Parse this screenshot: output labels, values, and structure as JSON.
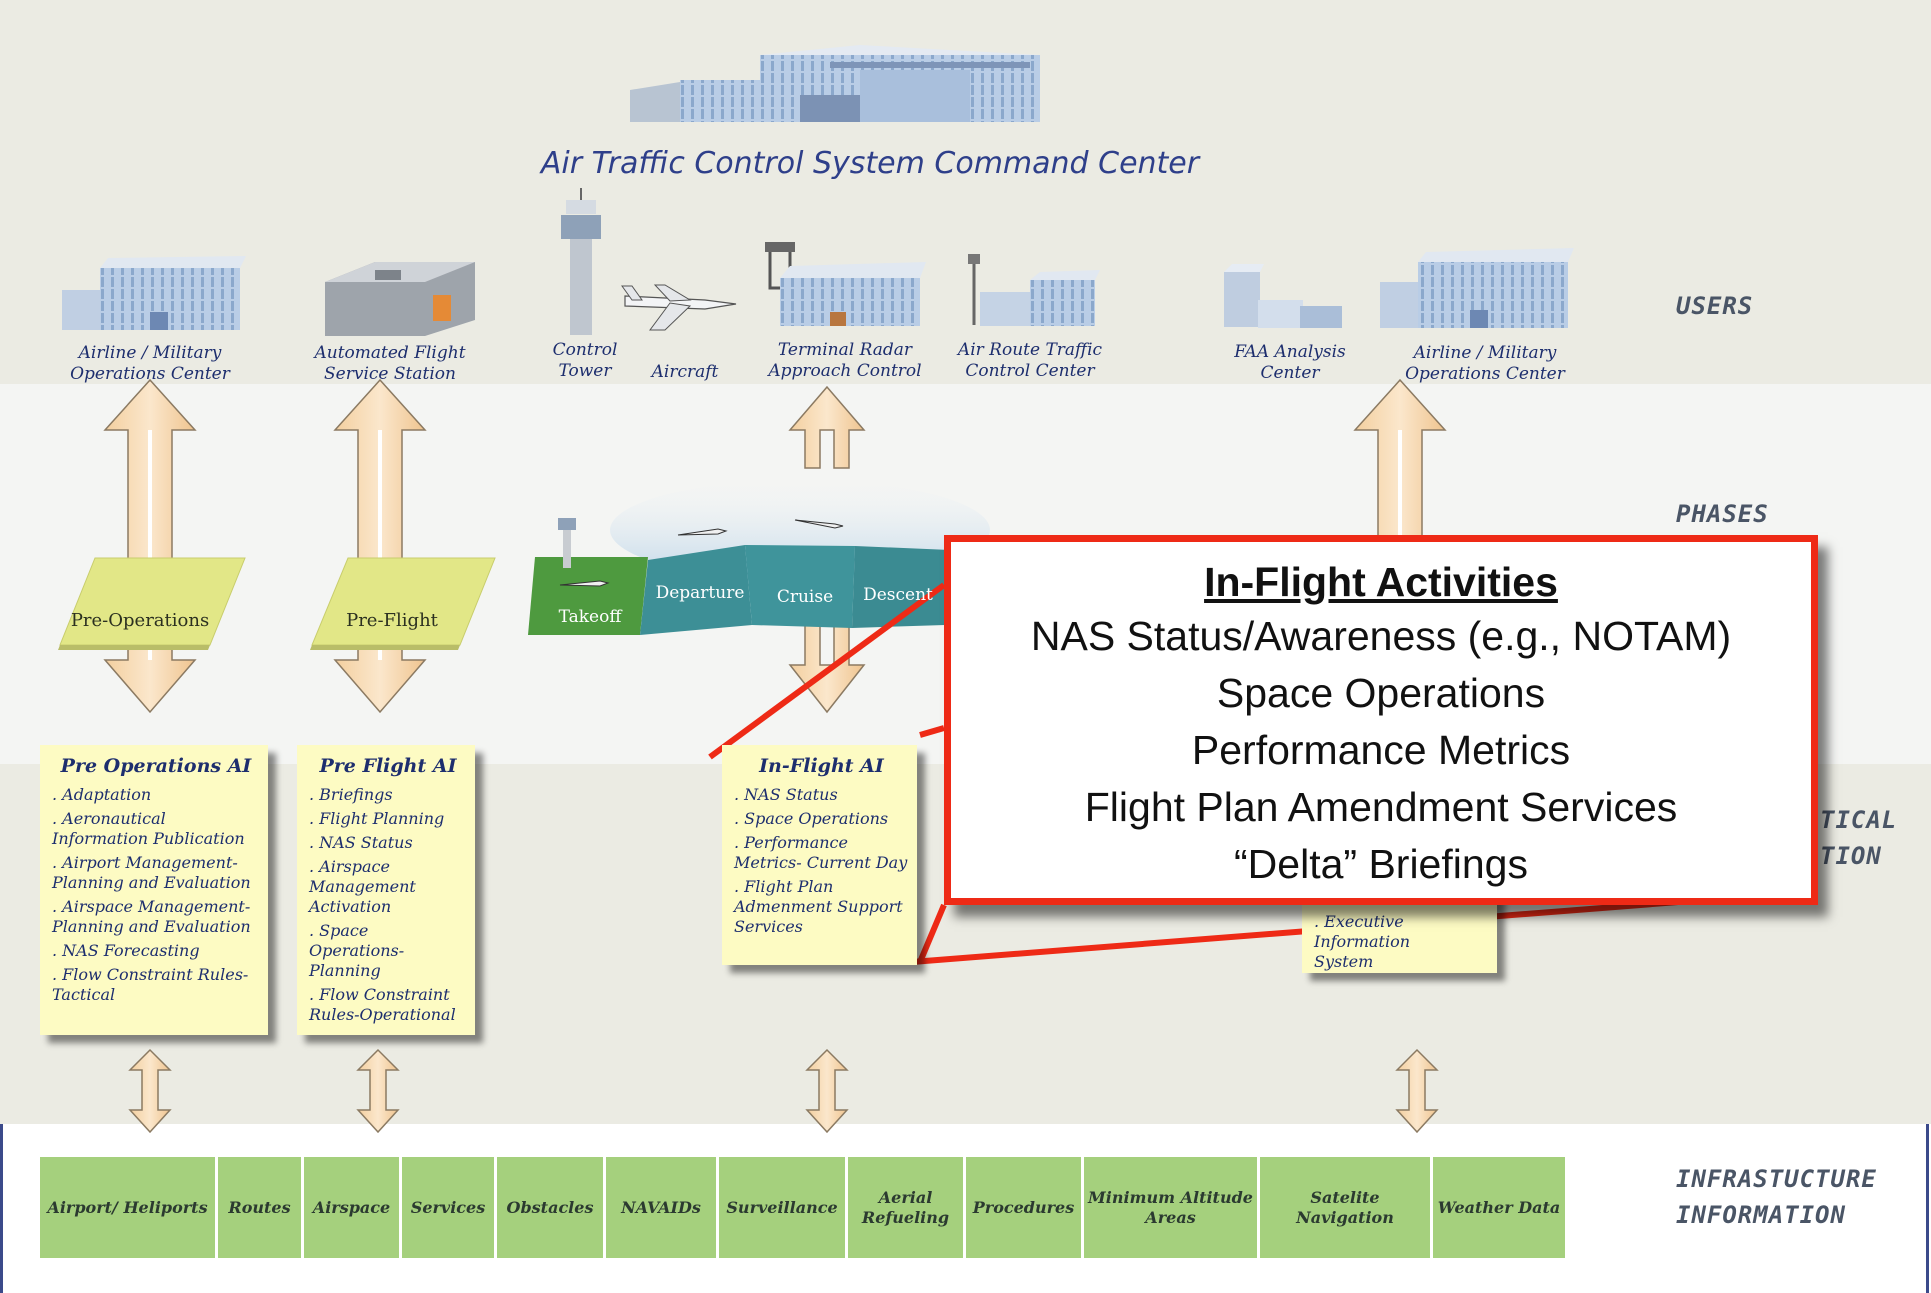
{
  "title": "Air Traffic Control System Command Center",
  "row_labels": {
    "users": "USERS",
    "phases": "PHASES",
    "ai_partial": [
      "TICAL",
      "TION"
    ],
    "infrastructure": [
      "INFRASTUCTURE",
      "INFORMATION"
    ]
  },
  "users": [
    {
      "label": [
        "Airline / Military",
        "Operations Center"
      ],
      "icon": "building-icon"
    },
    {
      "label": [
        "Automated Flight",
        "Service Station"
      ],
      "icon": "flight-service-station-icon"
    },
    {
      "label": [
        "Control",
        "Tower"
      ],
      "icon": "control-tower-icon"
    },
    {
      "label": [
        "Aircraft"
      ],
      "icon": "aircraft-icon"
    },
    {
      "label": [
        "Terminal Radar",
        "Approach Control"
      ],
      "icon": "radar-building-icon"
    },
    {
      "label": [
        "Air Route Traffic",
        "Control Center"
      ],
      "icon": "artcc-building-icon"
    },
    {
      "label": [
        "FAA Analysis",
        "Center"
      ],
      "icon": "analysis-center-icon"
    },
    {
      "label": [
        "Airline / Military",
        "Operations Center"
      ],
      "icon": "building-icon"
    }
  ],
  "phases": {
    "pre_operations": "Pre-Operations",
    "pre_flight": "Pre-Flight",
    "flight": [
      "Takeoff",
      "Departure",
      "Cruise",
      "Descent"
    ]
  },
  "ai_boxes": {
    "pre_operations": {
      "title": "Pre Operations AI",
      "items": [
        ". Adaptation",
        ". Aeronautical Information Publication",
        ". Airport Management- Planning and Evaluation",
        ". Airspace Management- Planning and Evaluation",
        ". NAS Forecasting",
        ". Flow Constraint Rules- Tactical"
      ]
    },
    "pre_flight": {
      "title": "Pre Flight AI",
      "items": [
        ". Briefings",
        ". Flight Planning",
        ". NAS Status",
        ". Airspace Management Activation",
        ". Space Operations- Planning",
        ". Flow Constraint Rules-Operational"
      ]
    },
    "in_flight": {
      "title": "In-Flight AI",
      "items": [
        ". NAS Status",
        ". Space Operations",
        ". Performance Metrics- Current Day",
        ". Flight Plan Admenment Support Services"
      ]
    },
    "partial": {
      "items": [
        ". Executive Information",
        "System"
      ]
    }
  },
  "callout": {
    "heading": "In-Flight Activities",
    "items": [
      "NAS Status/Awareness (e.g., NOTAM)",
      "Space Operations",
      "Performance Metrics",
      "Flight Plan Amendment Services",
      "“Delta” Briefings"
    ],
    "border_color": "#ee2a16"
  },
  "infrastructure": [
    "Airport/ Heliports",
    "Routes",
    "Airspace",
    "Services",
    "Obstacles",
    "NAVAIDs",
    "Surveillance",
    "Aerial Refueling",
    "Procedures",
    "Minimum Altitude Areas",
    "Satelite Navigation",
    "Weather Data"
  ],
  "colors": {
    "arrow_fill": "#f7d9b3",
    "arrow_stroke": "#7a6a55",
    "phase_tile": "#e2e787",
    "takeoff": "#4e9a3f",
    "flight_band": "#3d8f96",
    "ai_box": "#fdfbc3",
    "infra_cell": "#a5d07d",
    "text_blue": "#1d2e6e"
  }
}
